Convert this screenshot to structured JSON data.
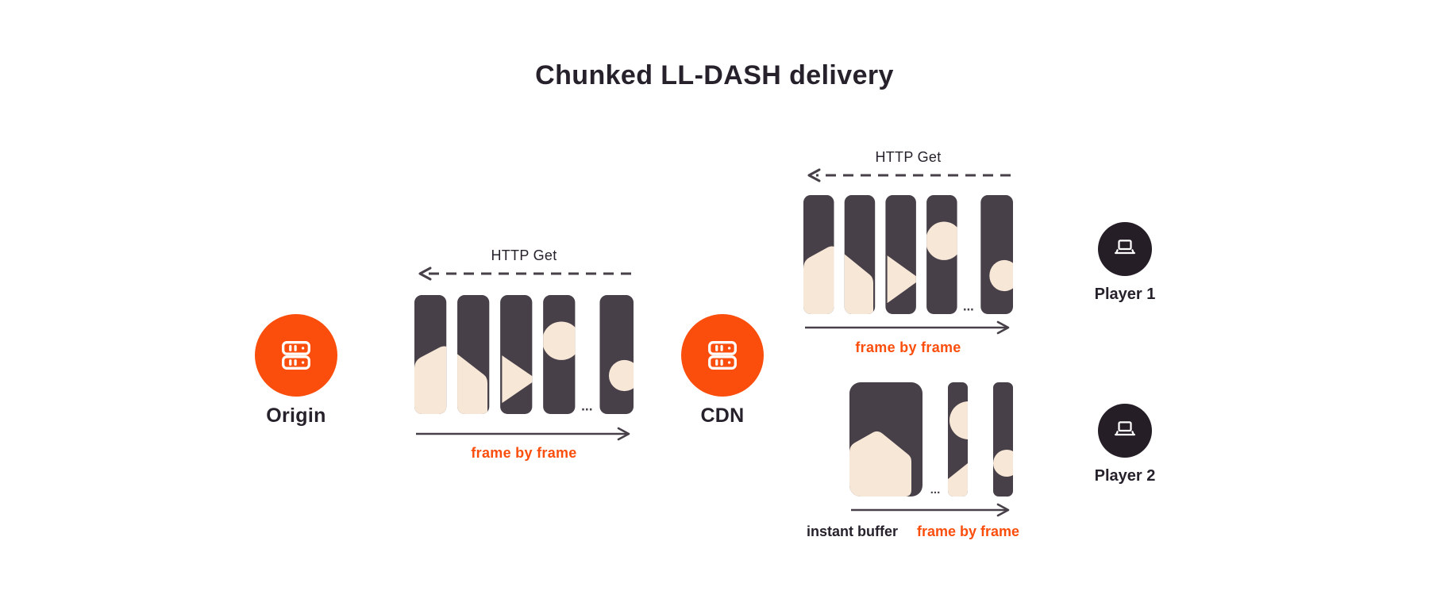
{
  "title": "Chunked LL-DASH delivery",
  "colors": {
    "orange": "#FB4E0D",
    "dark": "#474049",
    "cream": "#F7E7D7",
    "player_dark": "#261E27",
    "text_dark": "#27212B"
  },
  "nodes": {
    "origin": {
      "label": "Origin",
      "icon": "server-icon"
    },
    "cdn": {
      "label": "CDN",
      "icon": "server-icon"
    },
    "player1": {
      "label": "Player 1",
      "icon": "laptop-icon"
    },
    "player2": {
      "label": "Player 2",
      "icon": "laptop-icon"
    }
  },
  "segments": {
    "origin_cdn": {
      "http": "HTTP Get",
      "frame": "frame by frame",
      "ellipsis": "..."
    },
    "cdn_player1": {
      "http": "HTTP Get",
      "frame": "frame by frame",
      "ellipsis": "..."
    },
    "cdn_player2": {
      "buffer": "instant buffer",
      "frame": "frame by frame",
      "ellipsis": "..."
    }
  }
}
